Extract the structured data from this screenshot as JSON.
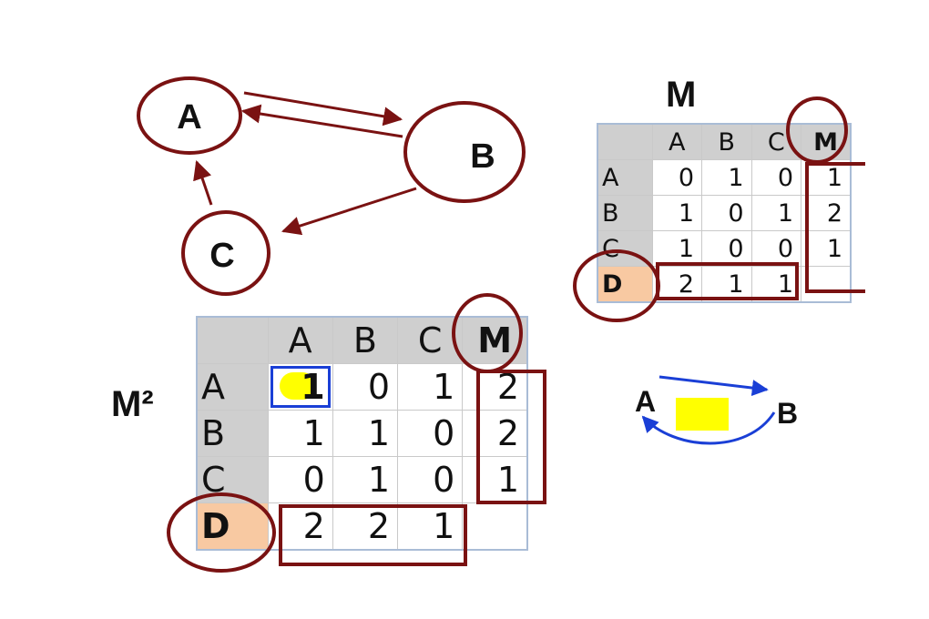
{
  "graph": {
    "nodes": [
      "A",
      "B",
      "C"
    ]
  },
  "matrix_m": {
    "title": "M",
    "columns": [
      "A",
      "B",
      "C",
      "M"
    ],
    "rows": [
      {
        "label": "A",
        "values": [
          "0",
          "1",
          "0"
        ],
        "m": "1"
      },
      {
        "label": "B",
        "values": [
          "1",
          "0",
          "1"
        ],
        "m": "2"
      },
      {
        "label": "C",
        "values": [
          "1",
          "0",
          "0"
        ],
        "m": "1"
      }
    ],
    "d_row": {
      "label": "D",
      "values": [
        "2",
        "1",
        "1"
      ],
      "m": ""
    }
  },
  "matrix_m2": {
    "title": "M²",
    "columns": [
      "A",
      "B",
      "C",
      "M"
    ],
    "rows": [
      {
        "label": "A",
        "values": [
          "1",
          "0",
          "1"
        ],
        "m": "2"
      },
      {
        "label": "B",
        "values": [
          "1",
          "1",
          "0"
        ],
        "m": "2"
      },
      {
        "label": "C",
        "values": [
          "0",
          "1",
          "0"
        ],
        "m": "1"
      }
    ],
    "d_row": {
      "label": "D",
      "values": [
        "2",
        "2",
        "1"
      ],
      "m": ""
    }
  },
  "loop_diagram": {
    "from": "A",
    "to": "B"
  },
  "colors": {
    "edge": "#7a1212",
    "highlight": "#ffff00",
    "loop_arrow": "#1a3fd6",
    "header_gray": "#cfcfcf",
    "peach": "#f8c9a2"
  }
}
